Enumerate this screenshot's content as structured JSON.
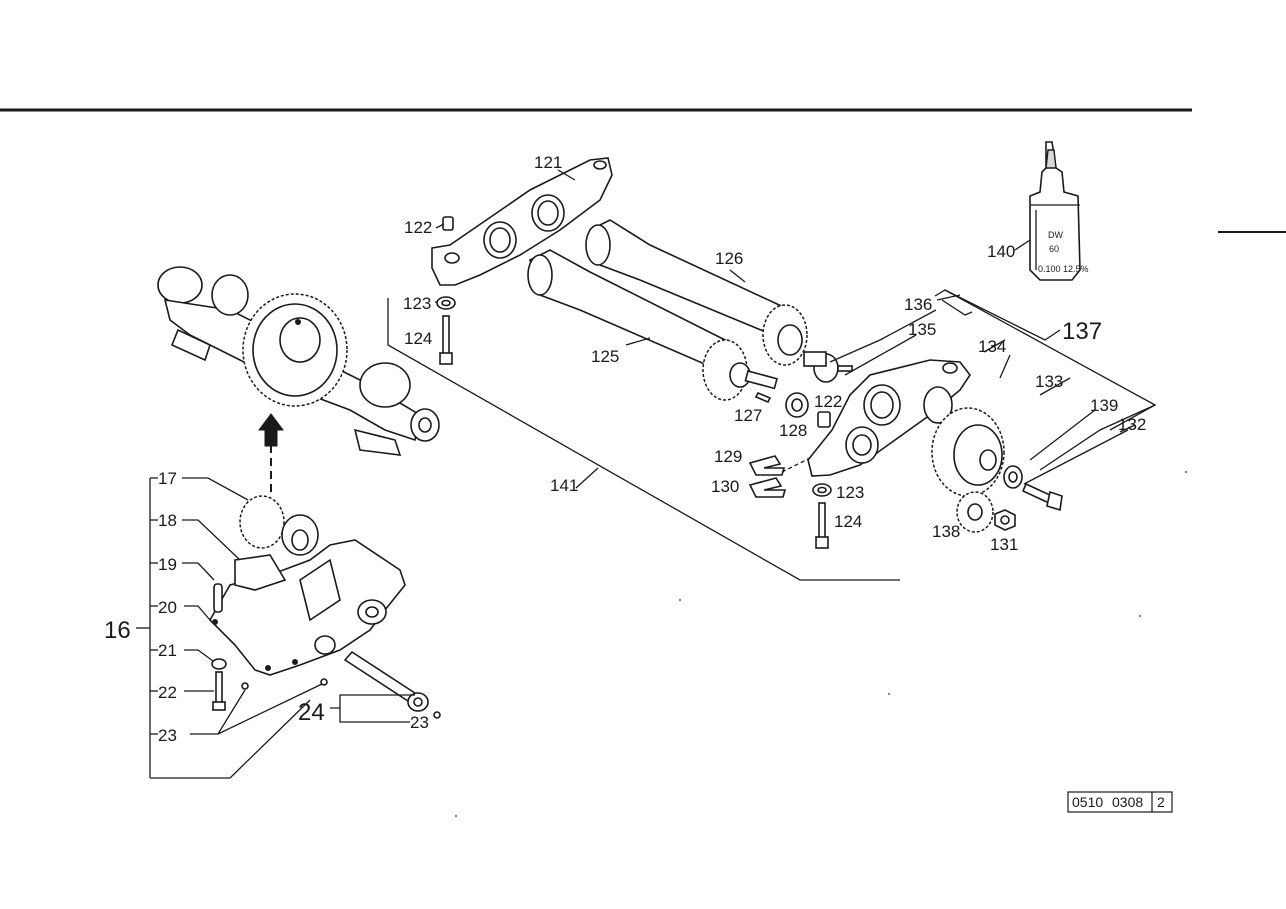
{
  "document_code": {
    "part1": "0510",
    "part2": "0308",
    "sheet": "2"
  },
  "labels": {
    "l16": "16",
    "l17": "17",
    "l18": "18",
    "l19": "19",
    "l20": "20",
    "l21": "21",
    "l22": "22",
    "l23a": "23",
    "l23b": "23",
    "l24": "24",
    "l121": "121",
    "l122a": "122",
    "l122b": "122",
    "l123a": "123",
    "l123b": "123",
    "l124a": "124",
    "l124b": "124",
    "l125": "125",
    "l126": "126",
    "l127": "127",
    "l128": "128",
    "l129": "129",
    "l130": "130",
    "l131": "131",
    "l132": "132",
    "l133": "133",
    "l134": "134",
    "l135": "135",
    "l136": "136",
    "l137": "137",
    "l138": "138",
    "l139": "139",
    "l140": "140",
    "l141": "141"
  },
  "bottle": {
    "line1": "DW",
    "line2": "60",
    "line3": "0.100 12.5%"
  }
}
